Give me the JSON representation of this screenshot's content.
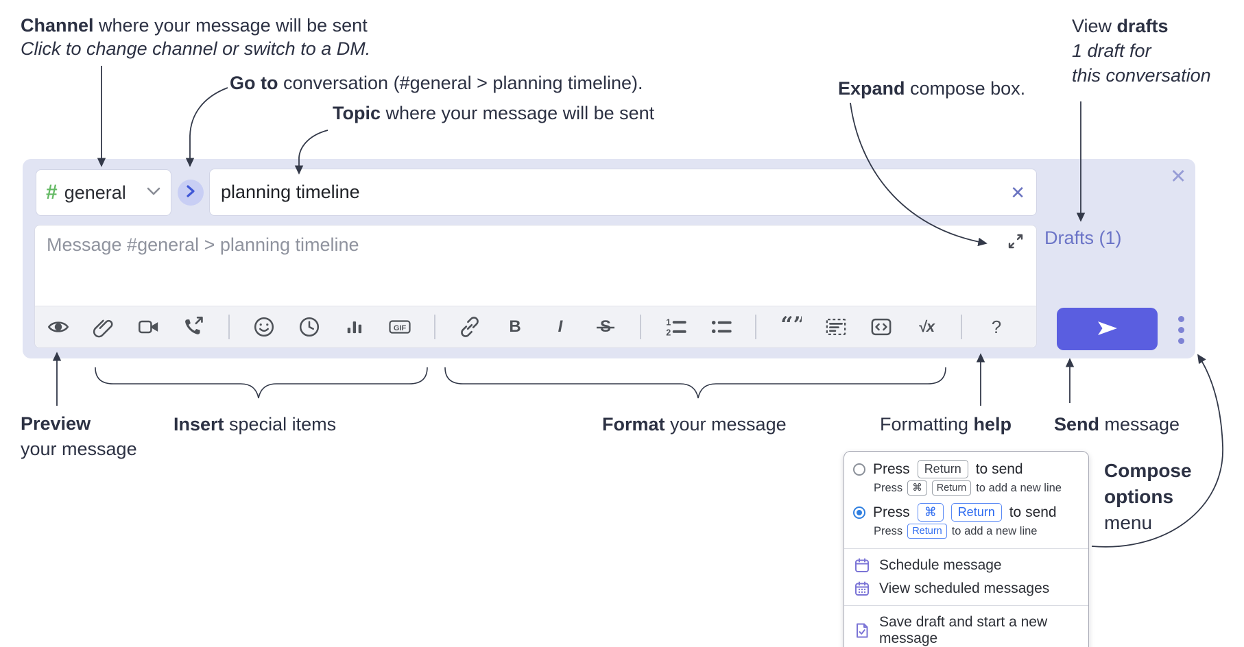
{
  "annotations": {
    "channel": {
      "bold": "Channel",
      "rest": " where your message will be sent",
      "line2": "Click to change channel or switch to a DM."
    },
    "goto": {
      "bold": "Go to",
      "rest": " conversation (#general > planning timeline)."
    },
    "topic": {
      "bold": "Topic",
      "rest": " where your message will be sent"
    },
    "expand": {
      "bold": "Expand",
      "rest": " compose box."
    },
    "view_drafts": {
      "pre": "View ",
      "bold": "drafts",
      "line2": "1 draft for",
      "line3": "this conversation"
    },
    "preview": {
      "bold": "Preview",
      "line2": "your message"
    },
    "insert": {
      "bold": "Insert",
      "rest": " special items"
    },
    "format": {
      "bold": "Format",
      "rest": " your message"
    },
    "formatting_help": {
      "pre": "Formatting ",
      "bold": "help"
    },
    "send": {
      "bold": "Send",
      "rest": " message"
    },
    "compose_options": {
      "line1": "Compose",
      "line2": "options",
      "line3": "menu"
    }
  },
  "compose": {
    "channel": {
      "hash": "#",
      "name": "general"
    },
    "topic_value": "planning timeline",
    "message_placeholder": "Message #general > planning timeline",
    "drafts_link": "Drafts (1)",
    "close_x": "✕",
    "clear_x": "✕"
  },
  "toolbar": {
    "icons": [
      "preview-eye",
      "attach-paperclip",
      "video-call-camera",
      "voice-call-phone",
      "emoji-smiley",
      "global-time-clock",
      "poll-bar-chart",
      "gif",
      "link",
      "bold",
      "italic",
      "strikethrough",
      "numbered-list",
      "bulleted-list",
      "quote",
      "spoiler",
      "code",
      "math",
      "help"
    ],
    "bold_label": "B",
    "italic_label": "I",
    "strike_label": "S",
    "gif_label": "GIF",
    "quote_label": "“”",
    "num1": "1",
    "num2": "2",
    "math_label": "√x",
    "help_label": "?"
  },
  "menu": {
    "option1": {
      "p1": "Press",
      "k1": "Return",
      "p2": "to send",
      "s1": "Press",
      "sk1": "⌘",
      "sk2": "Return",
      "s2": "to add a new line"
    },
    "option2": {
      "p1": "Press",
      "k1": "⌘",
      "k2": "Return",
      "p2": "to send",
      "s1": "Press",
      "sk1": "Return",
      "s2": "to add a new line"
    },
    "items": [
      {
        "label": "Schedule message"
      },
      {
        "label": "View scheduled messages"
      },
      {
        "label": "Save draft and start a new message"
      }
    ]
  },
  "colors": {
    "compose_bg": "#e1e4f3",
    "send_button": "#5a5ee0",
    "drafts_link": "#6b74c7",
    "hash_green": "#64b964",
    "goto_blue": "#3f57d6",
    "radio_blue": "#2f7fe0",
    "kbd_blue": "#2d6bf0",
    "menu_icon_purple": "#7b74d6",
    "annotation_ink": "#2c3143"
  }
}
